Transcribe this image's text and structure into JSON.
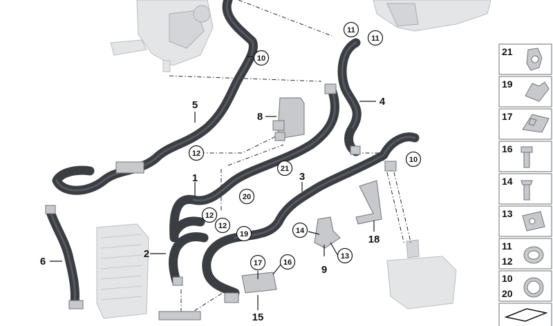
{
  "callouts": [
    {
      "id": "c11a",
      "text": "11",
      "circled": true
    },
    {
      "id": "c11b",
      "text": "11",
      "circled": true
    },
    {
      "id": "c10a",
      "text": "10",
      "circled": true
    },
    {
      "id": "c4",
      "text": "4",
      "circled": false
    },
    {
      "id": "c5",
      "text": "5",
      "circled": false
    },
    {
      "id": "c8",
      "text": "8",
      "circled": false
    },
    {
      "id": "c12a",
      "text": "12",
      "circled": true
    },
    {
      "id": "c21",
      "text": "21",
      "circled": true
    },
    {
      "id": "c10b",
      "text": "10",
      "circled": true
    },
    {
      "id": "c1",
      "text": "1",
      "circled": false
    },
    {
      "id": "c3",
      "text": "3",
      "circled": false
    },
    {
      "id": "c20",
      "text": "20",
      "circled": true
    },
    {
      "id": "c12b",
      "text": "12",
      "circled": true
    },
    {
      "id": "c12c",
      "text": "12",
      "circled": true
    },
    {
      "id": "c6",
      "text": "6",
      "circled": false
    },
    {
      "id": "c2",
      "text": "2",
      "circled": false
    },
    {
      "id": "c19",
      "text": "19",
      "circled": true
    },
    {
      "id": "c14",
      "text": "14",
      "circled": true
    },
    {
      "id": "c13",
      "text": "13",
      "circled": true
    },
    {
      "id": "c9",
      "text": "9",
      "circled": false
    },
    {
      "id": "c18",
      "text": "18",
      "circled": false
    },
    {
      "id": "c17",
      "text": "17",
      "circled": true
    },
    {
      "id": "c16",
      "text": "16",
      "circled": true
    },
    {
      "id": "c15",
      "text": "15",
      "circled": false
    }
  ],
  "parts_panel": [
    {
      "label": "21"
    },
    {
      "label": "19"
    },
    {
      "label": "17"
    },
    {
      "label": "16"
    },
    {
      "label": "14"
    },
    {
      "label": "13"
    },
    {
      "label": "11\n12"
    },
    {
      "label": "10\n20"
    },
    {
      "label": ""
    }
  ],
  "colors": {
    "hose": "#3a3d42",
    "ghost": "#e4e5e7",
    "line": "#111111"
  }
}
